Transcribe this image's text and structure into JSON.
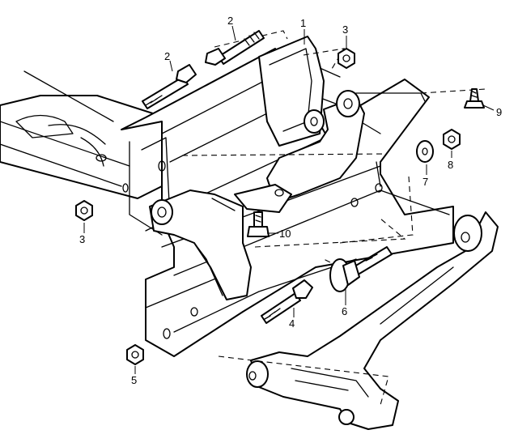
{
  "callouts": {
    "c1": "1",
    "c2a": "2",
    "c2b": "2",
    "c3a": "3",
    "c3b": "3",
    "c4": "4",
    "c5": "5",
    "c6": "6",
    "c7": "7",
    "c8": "8",
    "c9": "9",
    "c10": "10"
  }
}
